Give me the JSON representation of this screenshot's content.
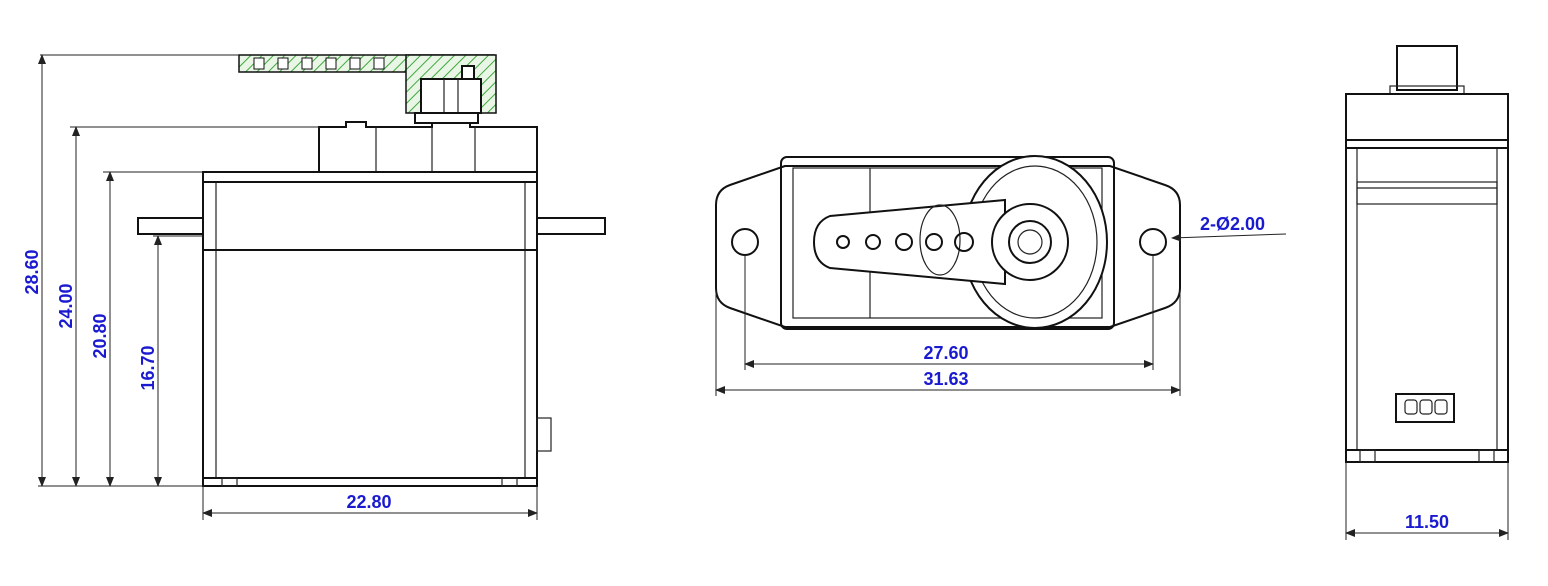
{
  "dimensions": {
    "total_height": "28.60",
    "case_top_height": "24.00",
    "body_height": "20.80",
    "tab_height": "16.70",
    "body_width": "22.80",
    "hole_spacing": "27.60",
    "overall_length": "31.63",
    "hole_callout": "2-Ø2.00",
    "side_width": "11.50"
  },
  "colors": {
    "dimension_text": "#1a1ad0",
    "lines": "#111111",
    "hatch": "#3fa83f"
  }
}
